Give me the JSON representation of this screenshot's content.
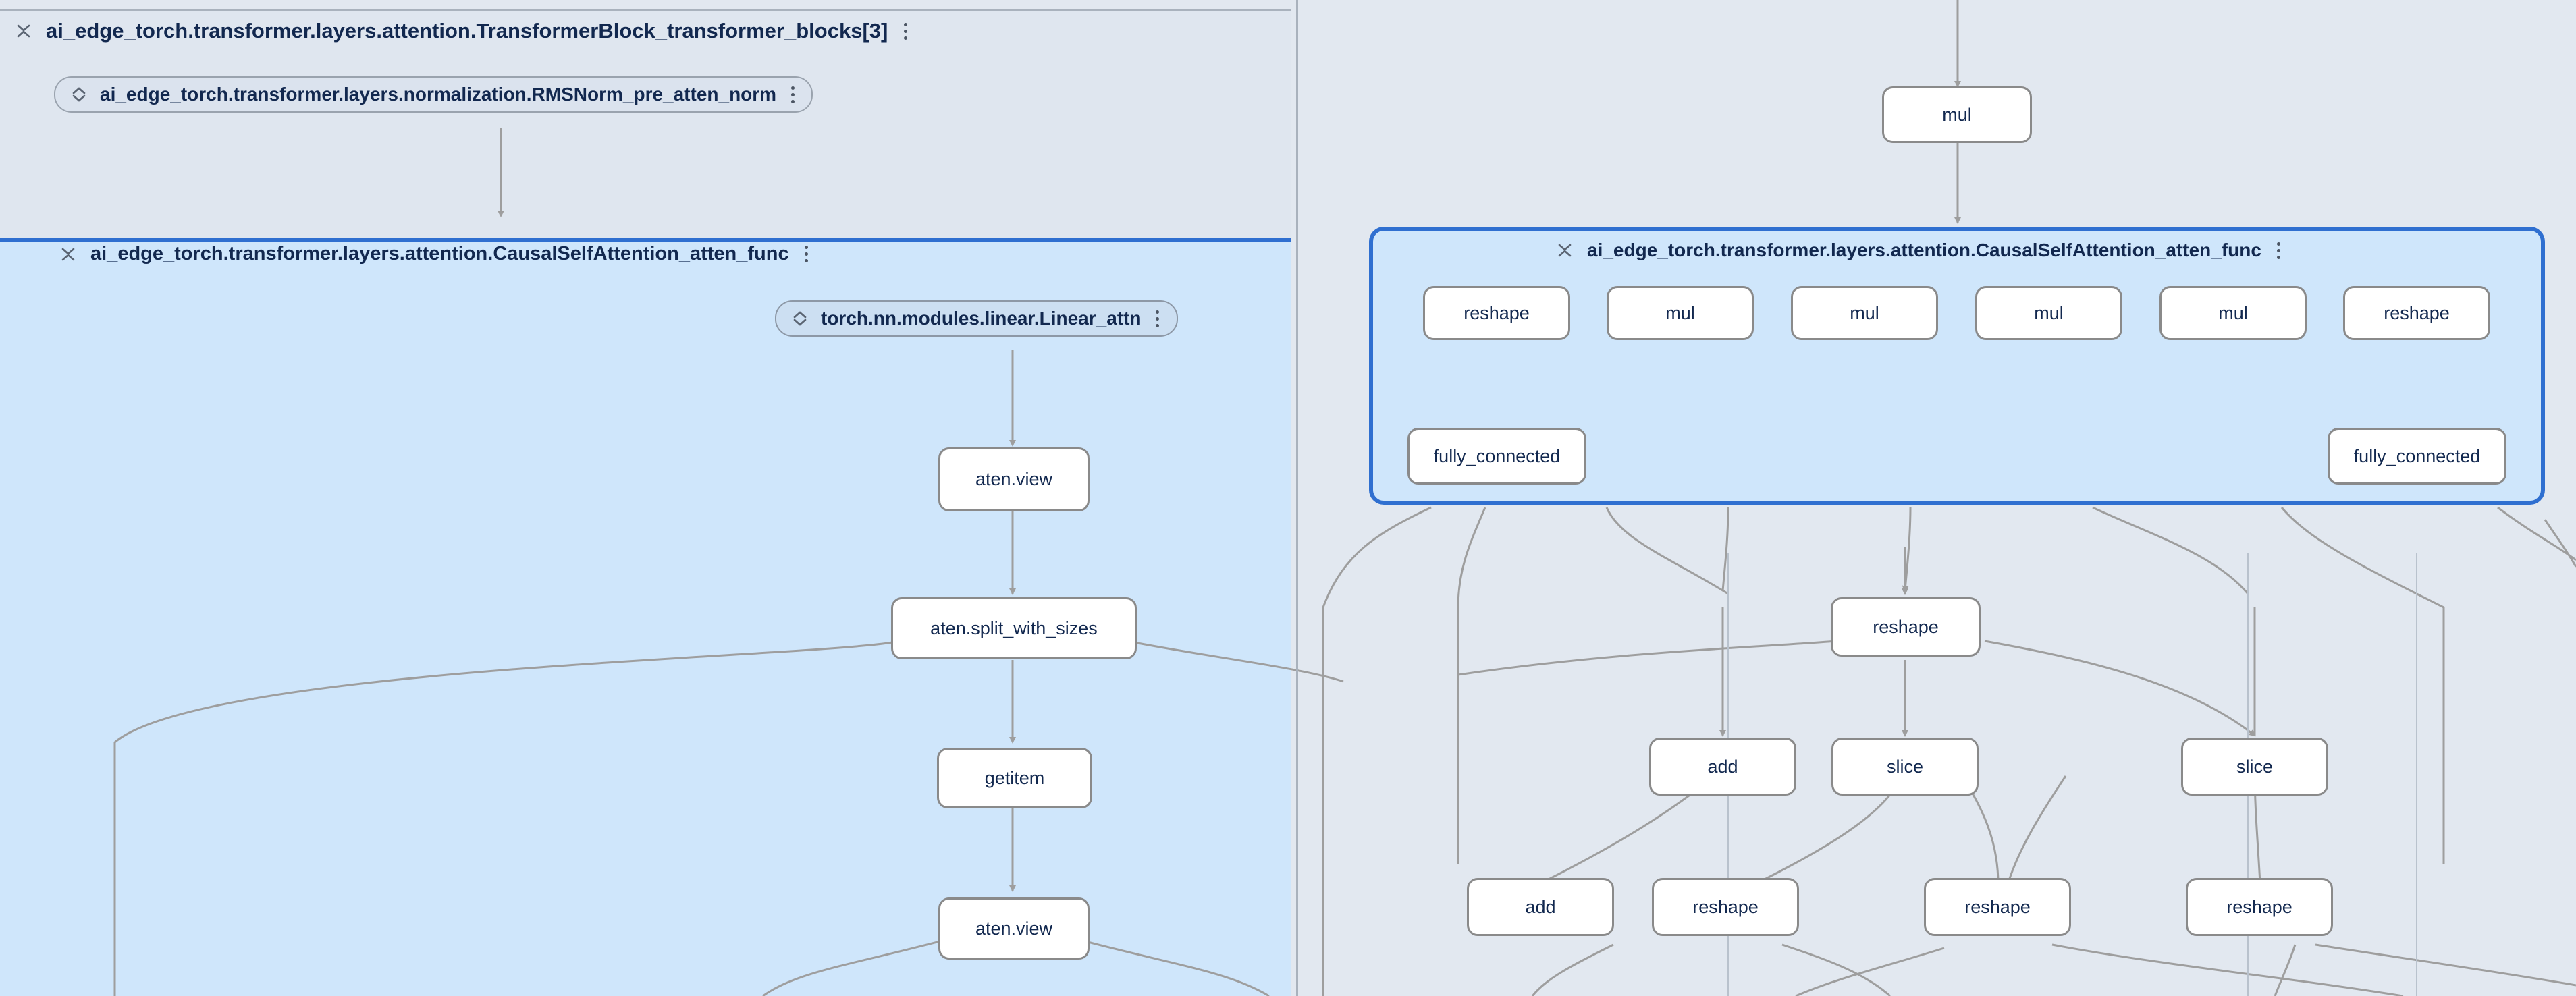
{
  "app": {
    "type": "model-graph-visualizer",
    "canvas_background": "#e2e8f0",
    "selection_color": "#2f6fd0",
    "selected_region_fill": "#cfe6fb",
    "node_fill": "#ffffff",
    "node_border": "#8a8a8a",
    "edge_color": "#9e9e9e",
    "text_color": "#12284f"
  },
  "left_panel": {
    "name": "left-graph-pane",
    "top_group": {
      "label": "ai_edge_torch.transformer.layers.attention.TransformerBlock_transformer_blocks[3]",
      "collapse_icon": "collapse-chevrons-icon",
      "menu_icon": "more-vert-icon"
    },
    "norm_module": {
      "label": "ai_edge_torch.transformer.layers.normalization.RMSNorm_pre_atten_norm",
      "expand_icon": "expand-chevrons-icon",
      "menu_icon": "more-vert-icon"
    },
    "attention_group": {
      "label": "ai_edge_torch.transformer.layers.attention.CausalSelfAttention_atten_func",
      "collapse_icon": "collapse-chevrons-icon",
      "menu_icon": "more-vert-icon",
      "selected": true
    },
    "linear_module": {
      "label": "torch.nn.modules.linear.Linear_attn",
      "expand_icon": "expand-chevrons-icon",
      "menu_icon": "more-vert-icon"
    },
    "nodes": [
      {
        "id": "l-aten-view-1",
        "label": "aten.view"
      },
      {
        "id": "l-split",
        "label": "aten.split_with_sizes"
      },
      {
        "id": "l-getitem",
        "label": "getitem"
      },
      {
        "id": "l-aten-view-2",
        "label": "aten.view"
      }
    ]
  },
  "right_panel": {
    "name": "right-graph-pane",
    "top_node": {
      "id": "r-mul-top",
      "label": "mul"
    },
    "attention_group": {
      "label": "ai_edge_torch.transformer.layers.attention.CausalSelfAttention_atten_func",
      "collapse_icon": "collapse-chevrons-icon",
      "menu_icon": "more-vert-icon",
      "selected": true
    },
    "group_nodes_row1": [
      {
        "id": "r-reshape-1",
        "label": "reshape"
      },
      {
        "id": "r-mul-1",
        "label": "mul"
      },
      {
        "id": "r-mul-2",
        "label": "mul"
      },
      {
        "id": "r-mul-3",
        "label": "mul"
      },
      {
        "id": "r-mul-4",
        "label": "mul"
      },
      {
        "id": "r-reshape-2",
        "label": "reshape"
      }
    ],
    "group_nodes_row2": [
      {
        "id": "r-fc-1",
        "label": "fully_connected"
      },
      {
        "id": "r-fc-2",
        "label": "fully_connected"
      }
    ],
    "below_nodes_row1": [
      {
        "id": "r-reshape-3",
        "label": "reshape"
      }
    ],
    "below_nodes_row2": [
      {
        "id": "r-add-1",
        "label": "add"
      },
      {
        "id": "r-slice-1",
        "label": "slice"
      },
      {
        "id": "r-slice-2",
        "label": "slice"
      }
    ],
    "below_nodes_row3": [
      {
        "id": "r-add-2",
        "label": "add"
      },
      {
        "id": "r-reshape-4",
        "label": "reshape"
      },
      {
        "id": "r-reshape-5",
        "label": "reshape"
      },
      {
        "id": "r-reshape-6",
        "label": "reshape"
      }
    ]
  }
}
